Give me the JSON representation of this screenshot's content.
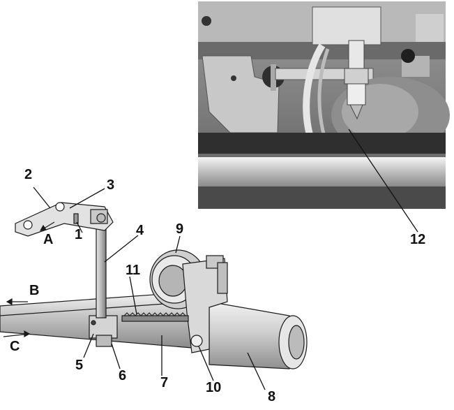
{
  "figure": {
    "callouts": [
      "1",
      "2",
      "3",
      "4",
      "5",
      "6",
      "7",
      "8",
      "9",
      "10",
      "11",
      "12"
    ],
    "direction_labels": [
      "A",
      "B",
      "C"
    ]
  }
}
